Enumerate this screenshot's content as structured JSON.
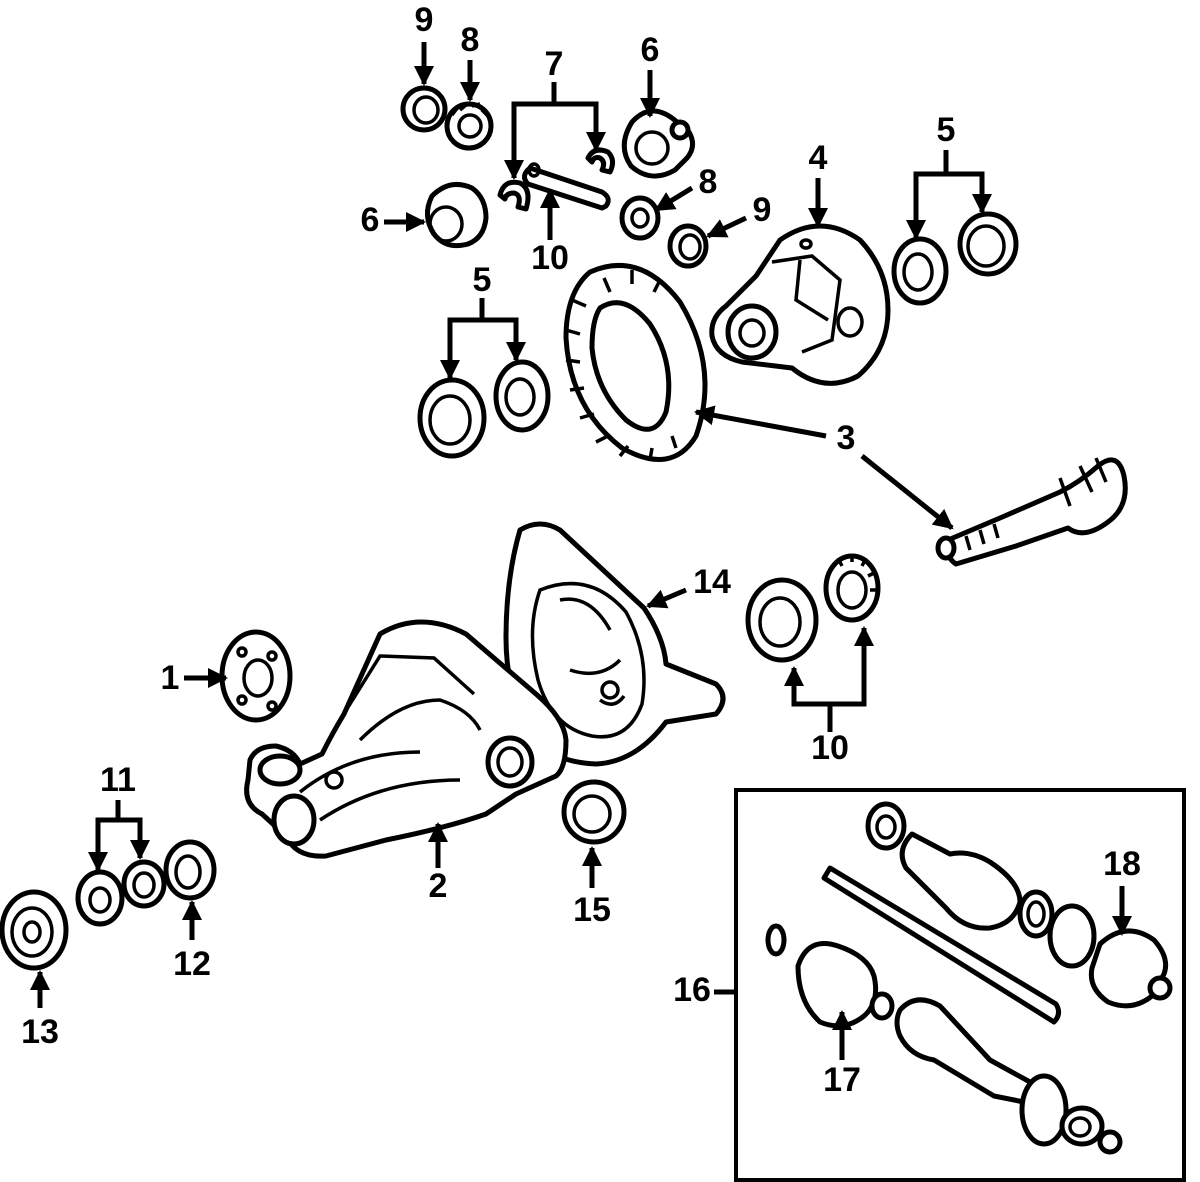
{
  "callouts": {
    "c1": "1",
    "c2": "2",
    "c3": "3",
    "c4": "4",
    "c5_top": "5",
    "c5_mid": "5",
    "c6_top": "6",
    "c6_left": "6",
    "c7": "7",
    "c8_top": "8",
    "c8_mid": "8",
    "c9_top": "9",
    "c9_mid": "9",
    "c10_mid": "10",
    "c10_right": "10",
    "c11": "11",
    "c12": "12",
    "c13": "13",
    "c14": "14",
    "c15": "15",
    "c16": "16",
    "c17": "17",
    "c18": "18"
  },
  "colors": {
    "line": "#000000",
    "background": "#ffffff"
  }
}
